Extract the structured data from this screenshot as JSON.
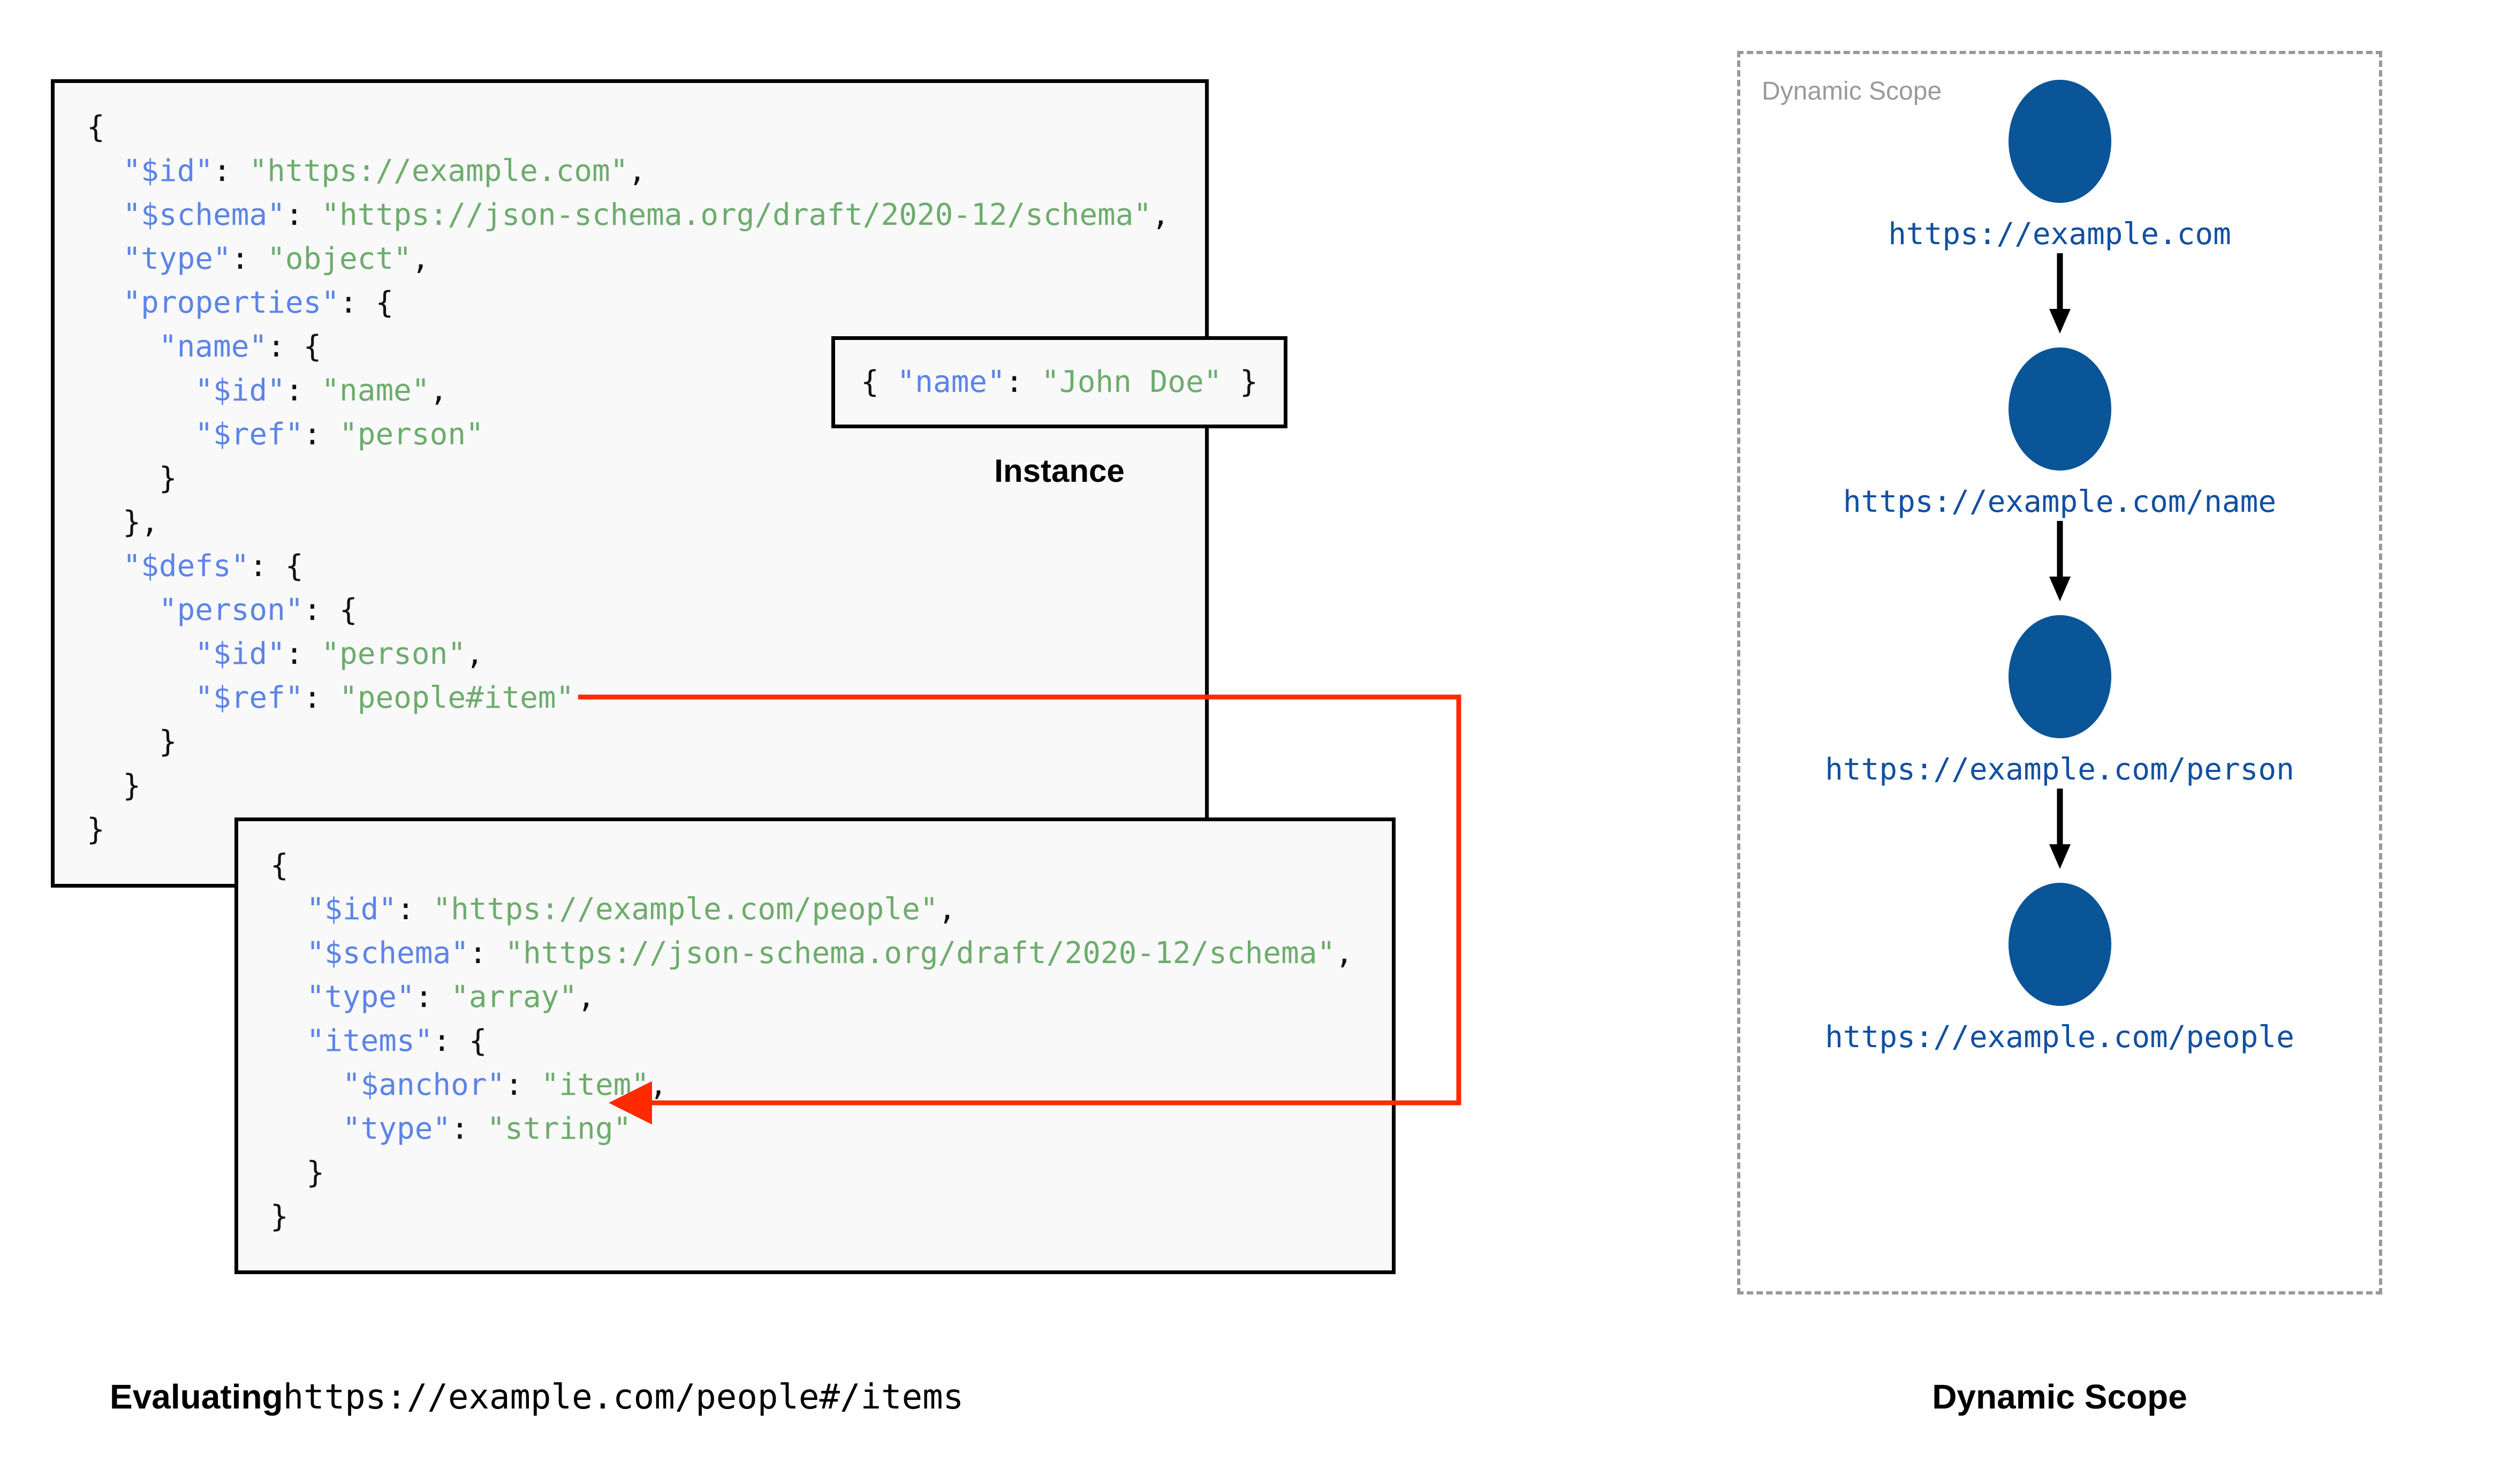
{
  "diagram": {
    "title_left": {
      "lead": "Evaluating",
      "uri": "https://example.com/people#/items"
    },
    "title_right": "Dynamic Scope"
  },
  "schema_box": {
    "name": "root-schema",
    "lines": [
      [
        {
          "t": "{",
          "c": "p"
        }
      ],
      [
        {
          "t": "  ",
          "c": "p"
        },
        {
          "t": "\"$id\"",
          "c": "k"
        },
        {
          "t": ": ",
          "c": "p"
        },
        {
          "t": "\"https://example.com\"",
          "c": "s"
        },
        {
          "t": ",",
          "c": "p"
        }
      ],
      [
        {
          "t": "  ",
          "c": "p"
        },
        {
          "t": "\"$schema\"",
          "c": "k"
        },
        {
          "t": ": ",
          "c": "p"
        },
        {
          "t": "\"https://json-schema.org/draft/2020-12/schema\"",
          "c": "s"
        },
        {
          "t": ",",
          "c": "p"
        }
      ],
      [
        {
          "t": "  ",
          "c": "p"
        },
        {
          "t": "\"type\"",
          "c": "k"
        },
        {
          "t": ": ",
          "c": "p"
        },
        {
          "t": "\"object\"",
          "c": "s"
        },
        {
          "t": ",",
          "c": "p"
        }
      ],
      [
        {
          "t": "  ",
          "c": "p"
        },
        {
          "t": "\"properties\"",
          "c": "k"
        },
        {
          "t": ": {",
          "c": "p"
        }
      ],
      [
        {
          "t": "    ",
          "c": "p"
        },
        {
          "t": "\"name\"",
          "c": "k"
        },
        {
          "t": ": {",
          "c": "p"
        }
      ],
      [
        {
          "t": "      ",
          "c": "p"
        },
        {
          "t": "\"$id\"",
          "c": "k"
        },
        {
          "t": ": ",
          "c": "p"
        },
        {
          "t": "\"name\"",
          "c": "s"
        },
        {
          "t": ",",
          "c": "p"
        }
      ],
      [
        {
          "t": "      ",
          "c": "p"
        },
        {
          "t": "\"$ref\"",
          "c": "k"
        },
        {
          "t": ": ",
          "c": "p"
        },
        {
          "t": "\"person\"",
          "c": "s"
        }
      ],
      [
        {
          "t": "    }",
          "c": "p"
        }
      ],
      [
        {
          "t": "  },",
          "c": "p"
        }
      ],
      [
        {
          "t": "  ",
          "c": "p"
        },
        {
          "t": "\"$defs\"",
          "c": "k"
        },
        {
          "t": ": {",
          "c": "p"
        }
      ],
      [
        {
          "t": "    ",
          "c": "p"
        },
        {
          "t": "\"person\"",
          "c": "k"
        },
        {
          "t": ": {",
          "c": "p"
        }
      ],
      [
        {
          "t": "      ",
          "c": "p"
        },
        {
          "t": "\"$id\"",
          "c": "k"
        },
        {
          "t": ": ",
          "c": "p"
        },
        {
          "t": "\"person\"",
          "c": "s"
        },
        {
          "t": ",",
          "c": "p"
        }
      ],
      [
        {
          "t": "      ",
          "c": "p"
        },
        {
          "t": "\"$ref\"",
          "c": "k"
        },
        {
          "t": ": ",
          "c": "p"
        },
        {
          "t": "\"people#item\"",
          "c": "s"
        }
      ],
      [
        {
          "t": "    }",
          "c": "p"
        }
      ],
      [
        {
          "t": "  }",
          "c": "p"
        }
      ],
      [
        {
          "t": "}",
          "c": "p"
        }
      ]
    ]
  },
  "instance_box": {
    "label": "Instance",
    "lines": [
      [
        {
          "t": "{ ",
          "c": "p"
        },
        {
          "t": "\"name\"",
          "c": "k"
        },
        {
          "t": ": ",
          "c": "p"
        },
        {
          "t": "\"John Doe\"",
          "c": "s"
        },
        {
          "t": " }",
          "c": "p"
        }
      ]
    ]
  },
  "people_box": {
    "name": "people-schema",
    "lines": [
      [
        {
          "t": "{",
          "c": "p"
        }
      ],
      [
        {
          "t": "  ",
          "c": "p"
        },
        {
          "t": "\"$id\"",
          "c": "k"
        },
        {
          "t": ": ",
          "c": "p"
        },
        {
          "t": "\"https://example.com/people\"",
          "c": "s"
        },
        {
          "t": ",",
          "c": "p"
        }
      ],
      [
        {
          "t": "  ",
          "c": "p"
        },
        {
          "t": "\"$schema\"",
          "c": "k"
        },
        {
          "t": ": ",
          "c": "p"
        },
        {
          "t": "\"https://json-schema.org/draft/2020-12/schema\"",
          "c": "s"
        },
        {
          "t": ",",
          "c": "p"
        }
      ],
      [
        {
          "t": "  ",
          "c": "p"
        },
        {
          "t": "\"type\"",
          "c": "k"
        },
        {
          "t": ": ",
          "c": "p"
        },
        {
          "t": "\"array\"",
          "c": "s"
        },
        {
          "t": ",",
          "c": "p"
        }
      ],
      [
        {
          "t": "  ",
          "c": "p"
        },
        {
          "t": "\"items\"",
          "c": "k"
        },
        {
          "t": ": {",
          "c": "p"
        }
      ],
      [
        {
          "t": "    ",
          "c": "p"
        },
        {
          "t": "\"$anchor\"",
          "c": "k"
        },
        {
          "t": ": ",
          "c": "p"
        },
        {
          "t": "\"item\"",
          "c": "s"
        },
        {
          "t": ",",
          "c": "p"
        }
      ],
      [
        {
          "t": "    ",
          "c": "p"
        },
        {
          "t": "\"type\"",
          "c": "k"
        },
        {
          "t": ": ",
          "c": "p"
        },
        {
          "t": "\"string\"",
          "c": "s"
        }
      ],
      [
        {
          "t": "  }",
          "c": "p"
        }
      ],
      [
        {
          "t": "}",
          "c": "p"
        }
      ]
    ]
  },
  "connector": {
    "color": "#FF2A00",
    "from": "$ref: people#item",
    "to": "$anchor: item"
  },
  "scope_panel": {
    "title": "Dynamic Scope",
    "node_color": "#0A5597",
    "label_color": "#1250A0",
    "border_color": "#999999",
    "nodes": [
      {
        "label": "https://example.com"
      },
      {
        "label": "https://example.com/name"
      },
      {
        "label": "https://example.com/person"
      },
      {
        "label": "https://example.com/people"
      }
    ]
  }
}
